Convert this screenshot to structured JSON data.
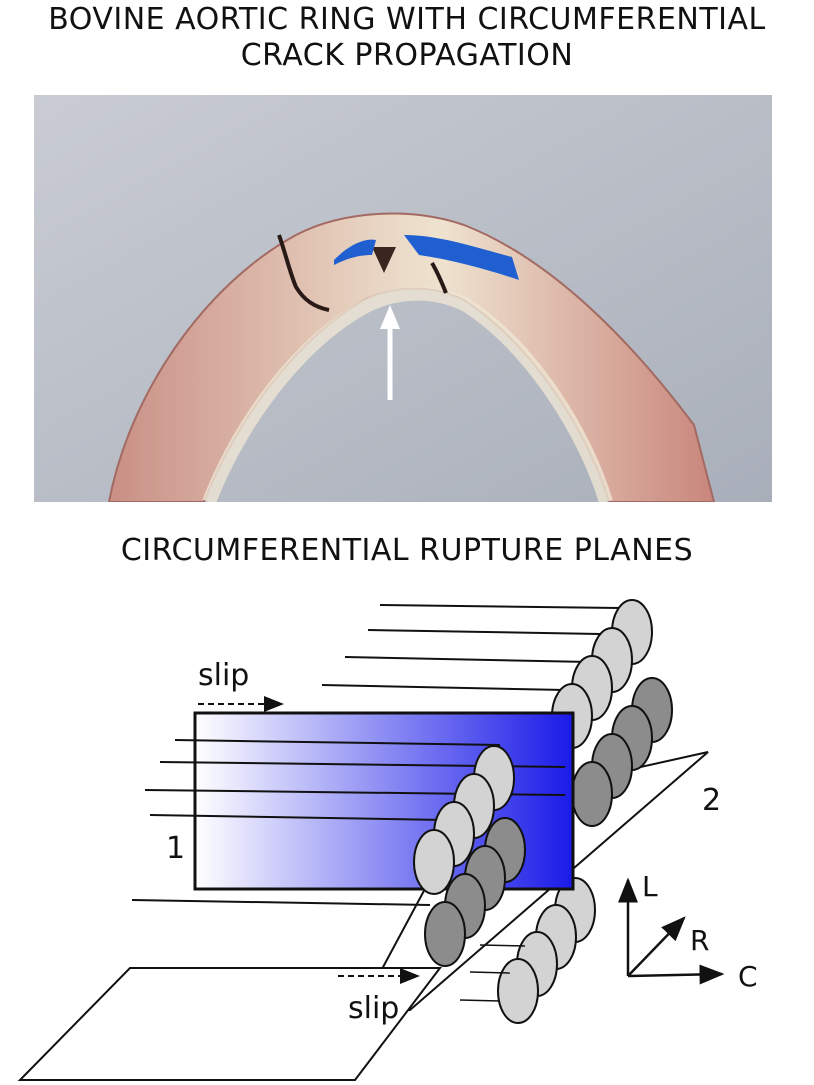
{
  "titles": {
    "photo_title_line1": "BOVINE AORTIC RING WITH CIRCUMFERENTIAL",
    "photo_title_line2": "CRACK PROPAGATION",
    "diagram_title": "CIRCUMFERENTIAL RUPTURE PLANES"
  },
  "diagram": {
    "slip_label_top": "slip",
    "slip_label_bottom": "slip",
    "plane_label_1": "1",
    "plane_label_2": "2",
    "axis_L": "L",
    "axis_R": "R",
    "axis_C": "C"
  },
  "colors": {
    "plane1_gradient_start": "#ffffff",
    "plane1_gradient_end": "#1a1ae8",
    "fiber_light": "#d3d3d3",
    "fiber_dark": "#8c8c8c",
    "photo_background": "#b9bec8",
    "tissue": "#d9a79a",
    "ink_blue": "#1f5fd0",
    "arrow": "#ffffff"
  }
}
